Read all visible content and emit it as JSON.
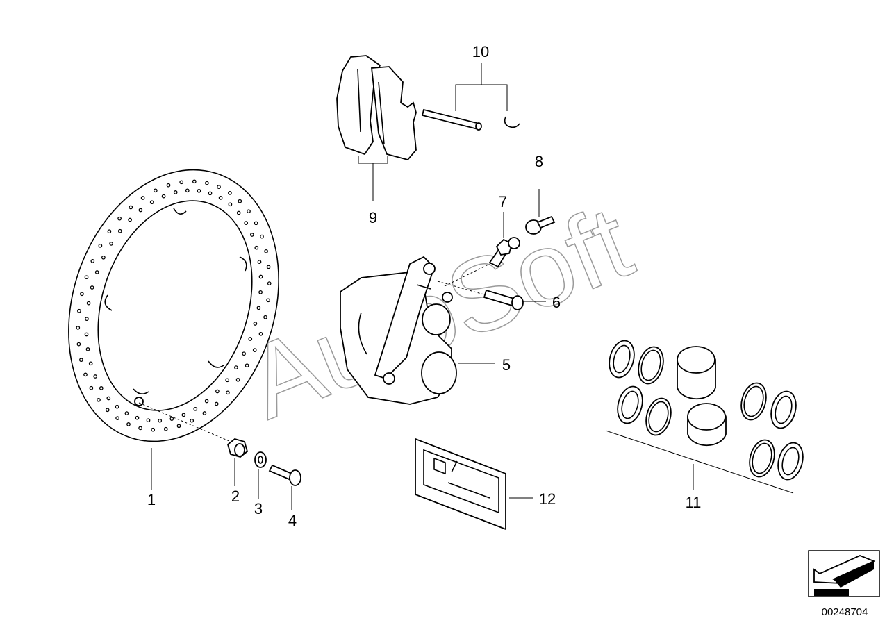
{
  "diagram": {
    "callouts": [
      {
        "id": "1",
        "text": "1"
      },
      {
        "id": "2",
        "text": "2"
      },
      {
        "id": "3",
        "text": "3"
      },
      {
        "id": "4",
        "text": "4"
      },
      {
        "id": "5",
        "text": "5"
      },
      {
        "id": "6",
        "text": "6"
      },
      {
        "id": "7",
        "text": "7"
      },
      {
        "id": "8",
        "text": "8"
      },
      {
        "id": "9",
        "text": "9"
      },
      {
        "id": "10",
        "text": "10"
      },
      {
        "id": "11",
        "text": "11"
      },
      {
        "id": "12",
        "text": "12"
      }
    ],
    "watermark": "AutoSoft",
    "reference_number": "00248704"
  },
  "colors": {
    "line": "#000000",
    "background": "#ffffff",
    "watermark": "#9a9a9a"
  }
}
